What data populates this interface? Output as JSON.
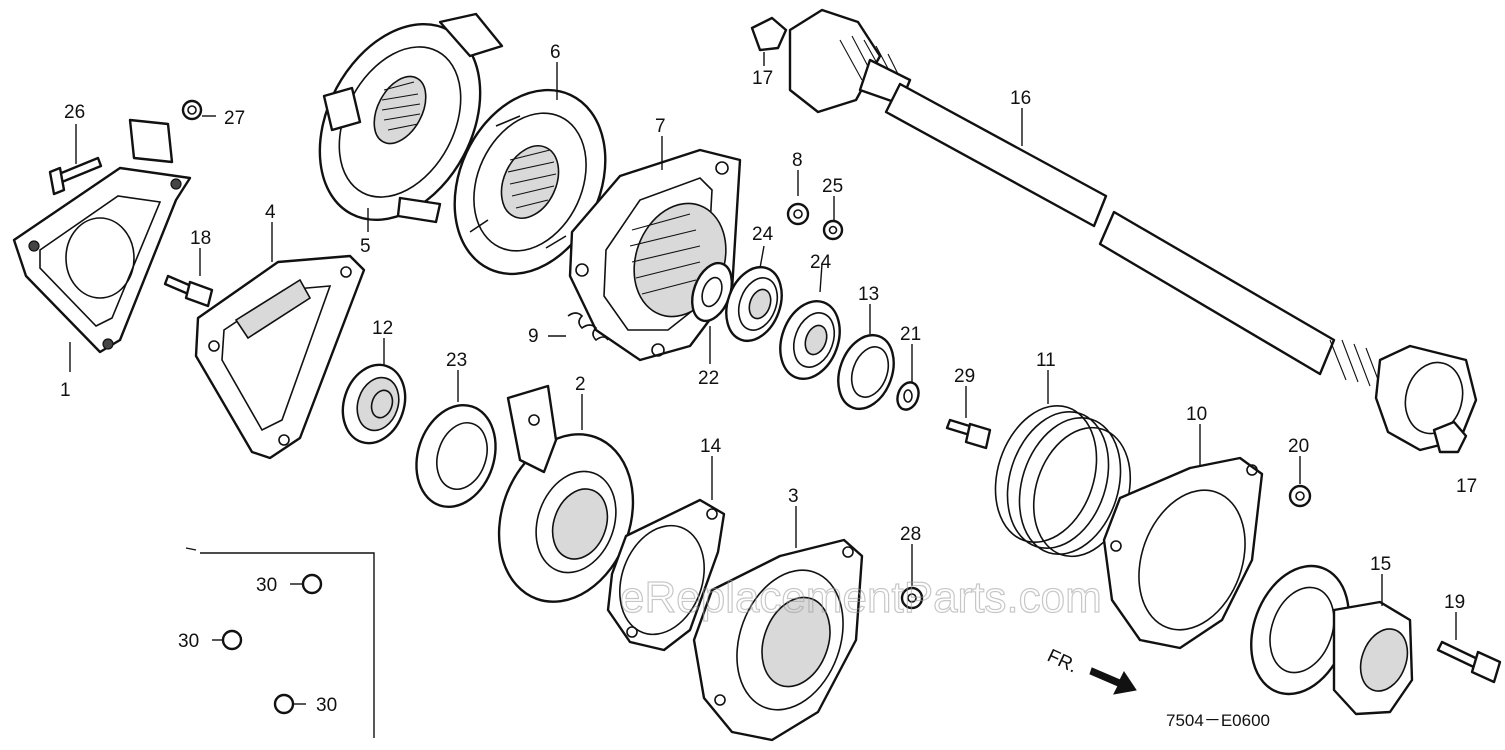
{
  "diagram": {
    "callouts": [
      {
        "id": "c1",
        "text": "1"
      },
      {
        "id": "c2",
        "text": "2"
      },
      {
        "id": "c3",
        "text": "3"
      },
      {
        "id": "c4",
        "text": "4"
      },
      {
        "id": "c5",
        "text": "5"
      },
      {
        "id": "c6",
        "text": "6"
      },
      {
        "id": "c7",
        "text": "7"
      },
      {
        "id": "c8",
        "text": "8"
      },
      {
        "id": "c9",
        "text": "9"
      },
      {
        "id": "c10",
        "text": "10"
      },
      {
        "id": "c11",
        "text": "11"
      },
      {
        "id": "c12",
        "text": "12"
      },
      {
        "id": "c13",
        "text": "13"
      },
      {
        "id": "c14",
        "text": "14"
      },
      {
        "id": "c15",
        "text": "15"
      },
      {
        "id": "c16",
        "text": "16"
      },
      {
        "id": "c17a",
        "text": "17"
      },
      {
        "id": "c17b",
        "text": "17"
      },
      {
        "id": "c18a",
        "text": "18"
      },
      {
        "id": "c19",
        "text": "19"
      },
      {
        "id": "c20",
        "text": "20"
      },
      {
        "id": "c21",
        "text": "21"
      },
      {
        "id": "c22",
        "text": "22"
      },
      {
        "id": "c23",
        "text": "23"
      },
      {
        "id": "c24a",
        "text": "24"
      },
      {
        "id": "c24b",
        "text": "24"
      },
      {
        "id": "c25",
        "text": "25"
      },
      {
        "id": "c26",
        "text": "26"
      },
      {
        "id": "c27",
        "text": "27"
      },
      {
        "id": "c28",
        "text": "28"
      },
      {
        "id": "c29",
        "text": "29"
      },
      {
        "id": "c30a",
        "text": "30"
      },
      {
        "id": "c30b",
        "text": "30"
      },
      {
        "id": "c30c",
        "text": "30"
      }
    ],
    "front_marker": "FR.",
    "diagram_code": "7504－E0600",
    "watermark": "eReplacementParts.com"
  }
}
